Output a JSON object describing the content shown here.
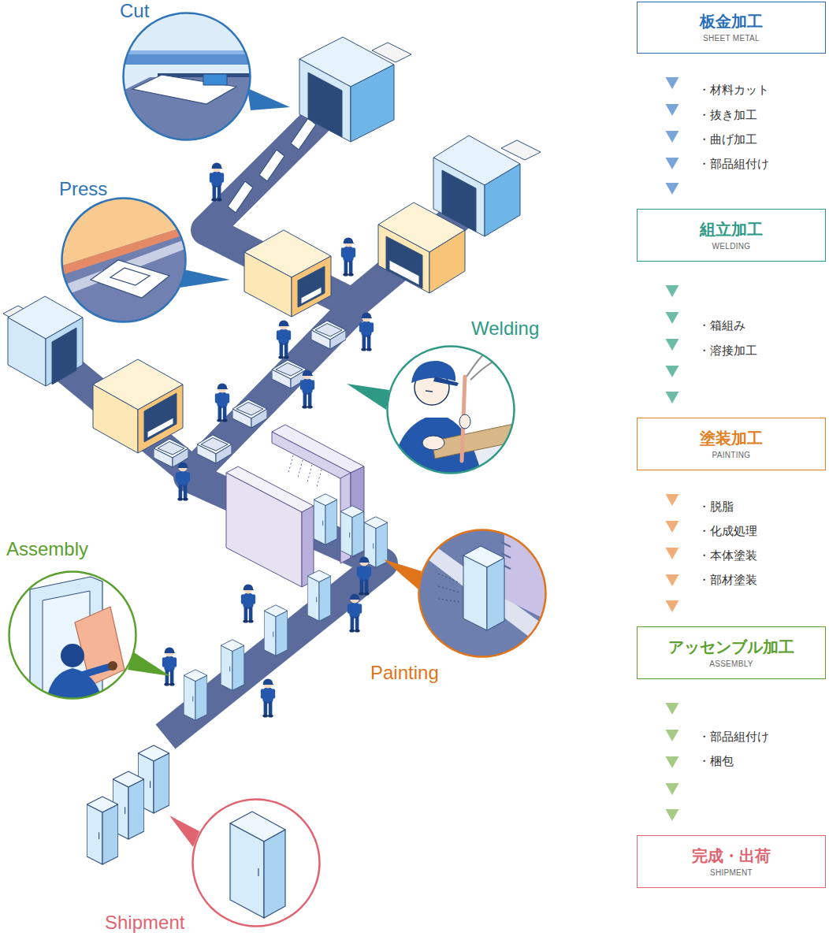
{
  "diagram": {
    "nodes": [
      {
        "text": [
          "Cut"
        ]
      },
      {
        "text": [
          "Press"
        ]
      },
      {
        "text": [
          "Welding"
        ]
      },
      {
        "text": [
          "Assembly"
        ]
      },
      {
        "text": [
          "Painting"
        ]
      },
      {
        "text": [
          "Shipment"
        ]
      },
      {
        "text": [
          "板金加工",
          "SHEET METAL"
        ]
      },
      {
        "text": [
          "組立加工",
          "WELDING"
        ]
      },
      {
        "text": [
          "塗装加工",
          "PAINTING"
        ]
      },
      {
        "text": [
          "アッセンブル加工",
          "ASSEMBLY"
        ]
      },
      {
        "text": [
          "完成・出荷",
          "SHIPMENT"
        ]
      }
    ],
    "edges": [
      {
        "from": 6,
        "to": 7,
        "arrow": "to"
      },
      {
        "from": 7,
        "to": 8,
        "arrow": "to"
      },
      {
        "from": 8,
        "to": 9,
        "arrow": "to"
      },
      {
        "from": 9,
        "to": 10,
        "arrow": "to"
      }
    ],
    "labels": [
      "・材料カット",
      "・抜き加工",
      "・曲げ加工",
      "・部品組付け",
      "・箱組み",
      "・溶接加工",
      "・脱脂",
      "・化成処理",
      "・本体塗装",
      "・部材塗装",
      "・部品組付け",
      "・梱包"
    ]
  }
}
